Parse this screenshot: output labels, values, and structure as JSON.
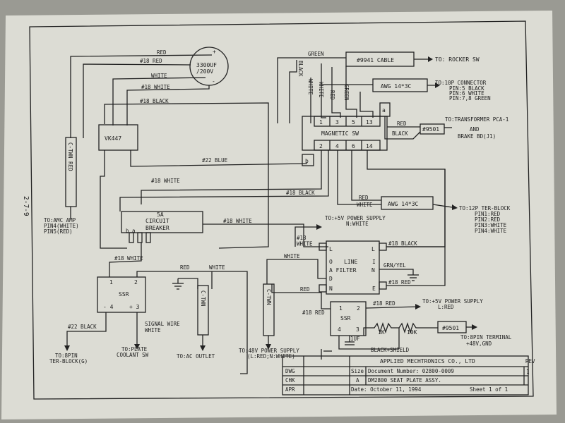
{
  "diagram": {
    "page_marker": "2-7-9",
    "capacitor": {
      "value": "3300UF\n/200V",
      "plus": "+",
      "minus": "-"
    },
    "vk447": {
      "label": "VK447"
    },
    "cable_9941": {
      "label": "#9941 CABLE",
      "target": "TO: ROCKER SW"
    },
    "awg_top": {
      "label": "AWG 14*3C",
      "target": "TO:10P CONNECTOR",
      "pins": [
        "PIN:5 BLACK",
        "PIN:6 WHITE",
        "PIN:7,8 GREEN"
      ]
    },
    "magnetic_sw": {
      "label": "MAGNETIC SW",
      "top_pins": [
        "1",
        "3",
        "5",
        "13"
      ],
      "bottom_pins": [
        "2",
        "4",
        "6",
        "14"
      ],
      "a": "a",
      "b": "b"
    },
    "cable_9501_top": {
      "label": "#9501",
      "target_1": "TO:TRANSFORMER PCA-1",
      "target_2": "AND",
      "target_3": "BRAKE BD(J1)"
    },
    "awg_mid": {
      "label": "AWG 14*3C",
      "target": "TO:12P TER-BLOCK",
      "pins": [
        "PIN1:RED",
        "PIN2:RED",
        "PIN3:WHITE",
        "PIN4:WHITE"
      ]
    },
    "breaker": {
      "rating": "5A",
      "line1": "CIRCUIT",
      "line2": "BREAKER",
      "pins": "b   a"
    },
    "ssr1": {
      "label": "SSR",
      "p1": "1",
      "p2": "2",
      "p4": "- 4",
      "p3": "+ 3"
    },
    "ssr2": {
      "label": "SSR",
      "p1": "1",
      "p2": "2",
      "p4": "4",
      "p3": "3"
    },
    "line_filter": {
      "label_l": "L",
      "label_i": "I",
      "label_n": "N",
      "label_e": "E",
      "letters": [
        "O",
        "LINE",
        "A FILTER",
        "D"
      ],
      "left_l": "L",
      "left_n": "N",
      "right_l": "L",
      "right_e": "E"
    },
    "cable_9501_bot": {
      "label": "#9501",
      "target_1": "TO:8PIN TERMINAL",
      "target_2": "+48V,GND"
    },
    "connector_amp": {
      "label": "C-TWN RED"
    },
    "connector_outlet": {
      "label": "C-TWN"
    },
    "connector_48v": {
      "label": "C-TWN"
    },
    "resistor_1": "1K",
    "resistor_2": "10K",
    "capacitor_small": "1UF",
    "wires": {
      "red_top": "RED",
      "red18_top": "#18 RED",
      "white_top": "WHITE",
      "white18_top": "#18 WHITE",
      "black18_top": "#18 BLACK",
      "green": "GREEN",
      "black_v": "BLACK",
      "white_v1": "WHITE",
      "white_v2": "WHITE",
      "red_v": "RED",
      "green_v": "GREEN",
      "red_ms": "RED",
      "black_ms": "BLACK",
      "blue22": "#22 BLUE",
      "white18_mid": "#18 WHITE",
      "black18_mid": "#18 BLACK",
      "red_mid": "RED",
      "white_mid": "WHITE",
      "white18_breaker": "#18 WHITE",
      "white18_lf": "#18\nWHITE",
      "white_lf": "WHITE",
      "black18_lf": "#18 BLACK",
      "grnyel": "GRN/YEL",
      "red18_lf": "#18 RED",
      "white18_ssr": "#18 WHITE",
      "red_out": "RED",
      "white_out": "WHITE",
      "red_ssr2": "RED",
      "red18_ssr2": "#18 RED",
      "red18_out": "#18 RED",
      "black22": "#22 BLACK",
      "signal_1": "SIGNAL WIRE",
      "signal_2": "WHITE",
      "black_shield": "BLACK+SHIELD"
    },
    "targets": {
      "amc_amp_1": "TO:AMC AMP",
      "amc_amp_2": "PIN4(WHITE)",
      "amc_amp_3": "PIN5(RED)",
      "ps5v_top_1": "TO:+5V POWER SUPPLY",
      "ps5v_top_2": "N:WHITE",
      "ps5v_bot_1": "TO:+5V POWER SUPPLY",
      "ps5v_bot_2": "L:RED",
      "ter8_1": "TO:8PIN",
      "ter8_2": "TER-BLOCK(G)",
      "plate_1": "TO:PLATE",
      "plate_2": "COOLANT SW",
      "ac_outlet": "TO:AC OUTLET",
      "ps48_1": "TO:48V POWER SUPPLY",
      "ps48_2": "(L:RED;N:WHITE)"
    }
  },
  "title_block": {
    "company": "APPLIED MECHTRONICS CO., LTD",
    "dwg": "DWG",
    "chk": "CHK",
    "apr": "APR",
    "size_label": "Size",
    "size": "A",
    "doc_number": "Document Number: 02800-0009",
    "title": "DM2800  SEAT PLATE ASSY.",
    "date": "Date:  October 11, 1994",
    "sheet": "Sheet   1  of  1",
    "rev_label": "REV",
    "rev": "1"
  }
}
